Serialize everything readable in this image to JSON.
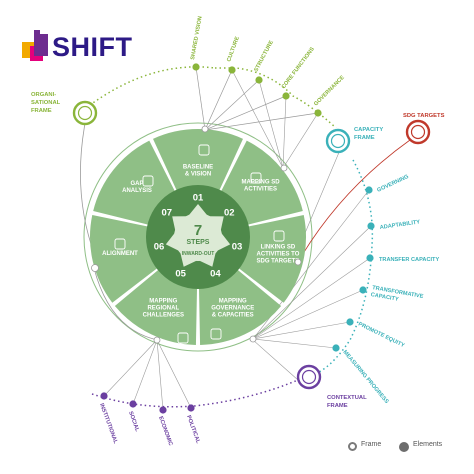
{
  "brand": {
    "name": "SHIFT"
  },
  "colors": {
    "segment_light": "#8fbf86",
    "segment_dark": "#4f8a4b",
    "organisational": "#8ab53a",
    "capacity": "#3ab1b9",
    "contextual": "#6b3fa0",
    "sdg": "#c0392b",
    "line_gray": "#9a9a9a",
    "center_light": "#dcead5"
  },
  "center": {
    "number": "7",
    "line1": "STEPS",
    "line2": "INWARD-OUT"
  },
  "steps": [
    {
      "num": "01",
      "label": "BASELINE & VISION"
    },
    {
      "num": "02",
      "label": "MAPPING SD ACTIVITIES"
    },
    {
      "num": "03",
      "label": "LINKING SD ACTIVITIES TO SDG TARGETS"
    },
    {
      "num": "04",
      "label": "MAPPING GOVERNANCE & CAPACITIES"
    },
    {
      "num": "05",
      "label": "MAPPING REGIONAL CHALLENGES"
    },
    {
      "num": "06",
      "label": "ALIGNMENT"
    },
    {
      "num": "07",
      "label": "GAP ANALYSIS"
    }
  ],
  "frames": {
    "organisational": {
      "label_line1": "ORGANI-",
      "label_line2": "SATIONAL",
      "label_line3": "FRAME",
      "elements": [
        "SHARED VISION",
        "CULTURE",
        "STRUCTURE",
        "CORE FUNCTIONS",
        "GOVERNANCE"
      ]
    },
    "capacity": {
      "label_line1": "CAPACITY",
      "label_line2": "FRAME",
      "elements": [
        "GOVERNING",
        "ADAPTABILITY",
        "TRANSFER CAPACITY",
        "TRANSFORMATIVE CAPACITY",
        "PROMOTE EQUITY",
        "MEASURING PROGRESS"
      ]
    },
    "contextual": {
      "label_line1": "CONTEXTUAL",
      "label_line2": "FRAME",
      "elements": [
        "INSTITUTIONAL",
        "SOCIAL",
        "ECONOMIC",
        "POLITICAL"
      ]
    },
    "sdg": {
      "label": "SDG TARGETS"
    }
  },
  "legend": {
    "frame": "Frame",
    "elements": "Elements"
  }
}
